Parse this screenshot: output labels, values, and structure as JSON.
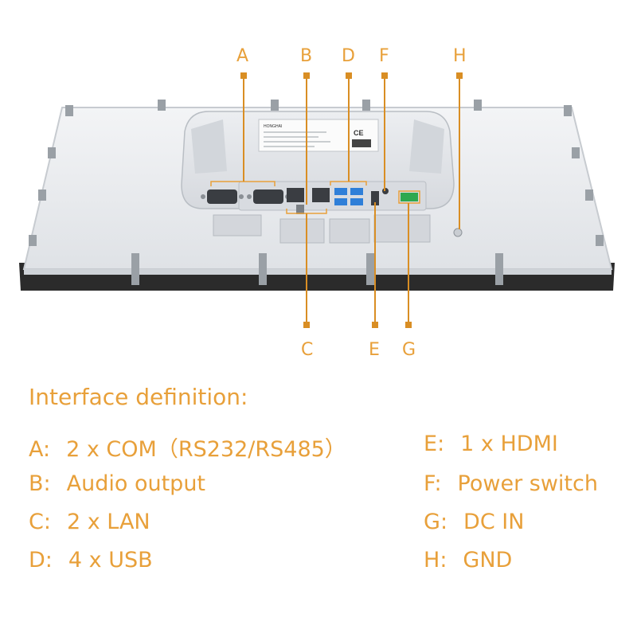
{
  "legend": {
    "title": "Interface definition:",
    "items": [
      {
        "letter": "A",
        "sep": ":",
        "text": "2 x COM（RS232/RS485）"
      },
      {
        "letter": "B",
        "sep": ":",
        "text": "Audio output"
      },
      {
        "letter": "C",
        "sep": ":",
        "text": "2 x LAN"
      },
      {
        "letter": "D",
        "sep": ":",
        "text": "4 x USB"
      },
      {
        "letter": "E",
        "sep": ":",
        "text": "1 x HDMI"
      },
      {
        "letter": "F",
        "sep": ":",
        "text": "Power switch"
      },
      {
        "letter": "G",
        "sep": ":",
        "text": "DC IN"
      },
      {
        "letter": "H",
        "sep": ":",
        "text": "GND"
      }
    ]
  },
  "callouts": {
    "top": [
      "A",
      "B",
      "D",
      "F",
      "H"
    ],
    "bottom": [
      "C",
      "E",
      "G"
    ]
  },
  "device_labels": {
    "brand": "HONGHAI",
    "ce_mark": "CE"
  },
  "colors": {
    "accent": "#e8a03a",
    "accent_dark": "#d98e24",
    "panel": "#e9ebee",
    "panel_edge": "#c7cbd0",
    "bezel": "#2b2b2b",
    "port": "#3a3d42",
    "usb_blue": "#2f7fd8",
    "terminal_green": "#2fa84f"
  }
}
